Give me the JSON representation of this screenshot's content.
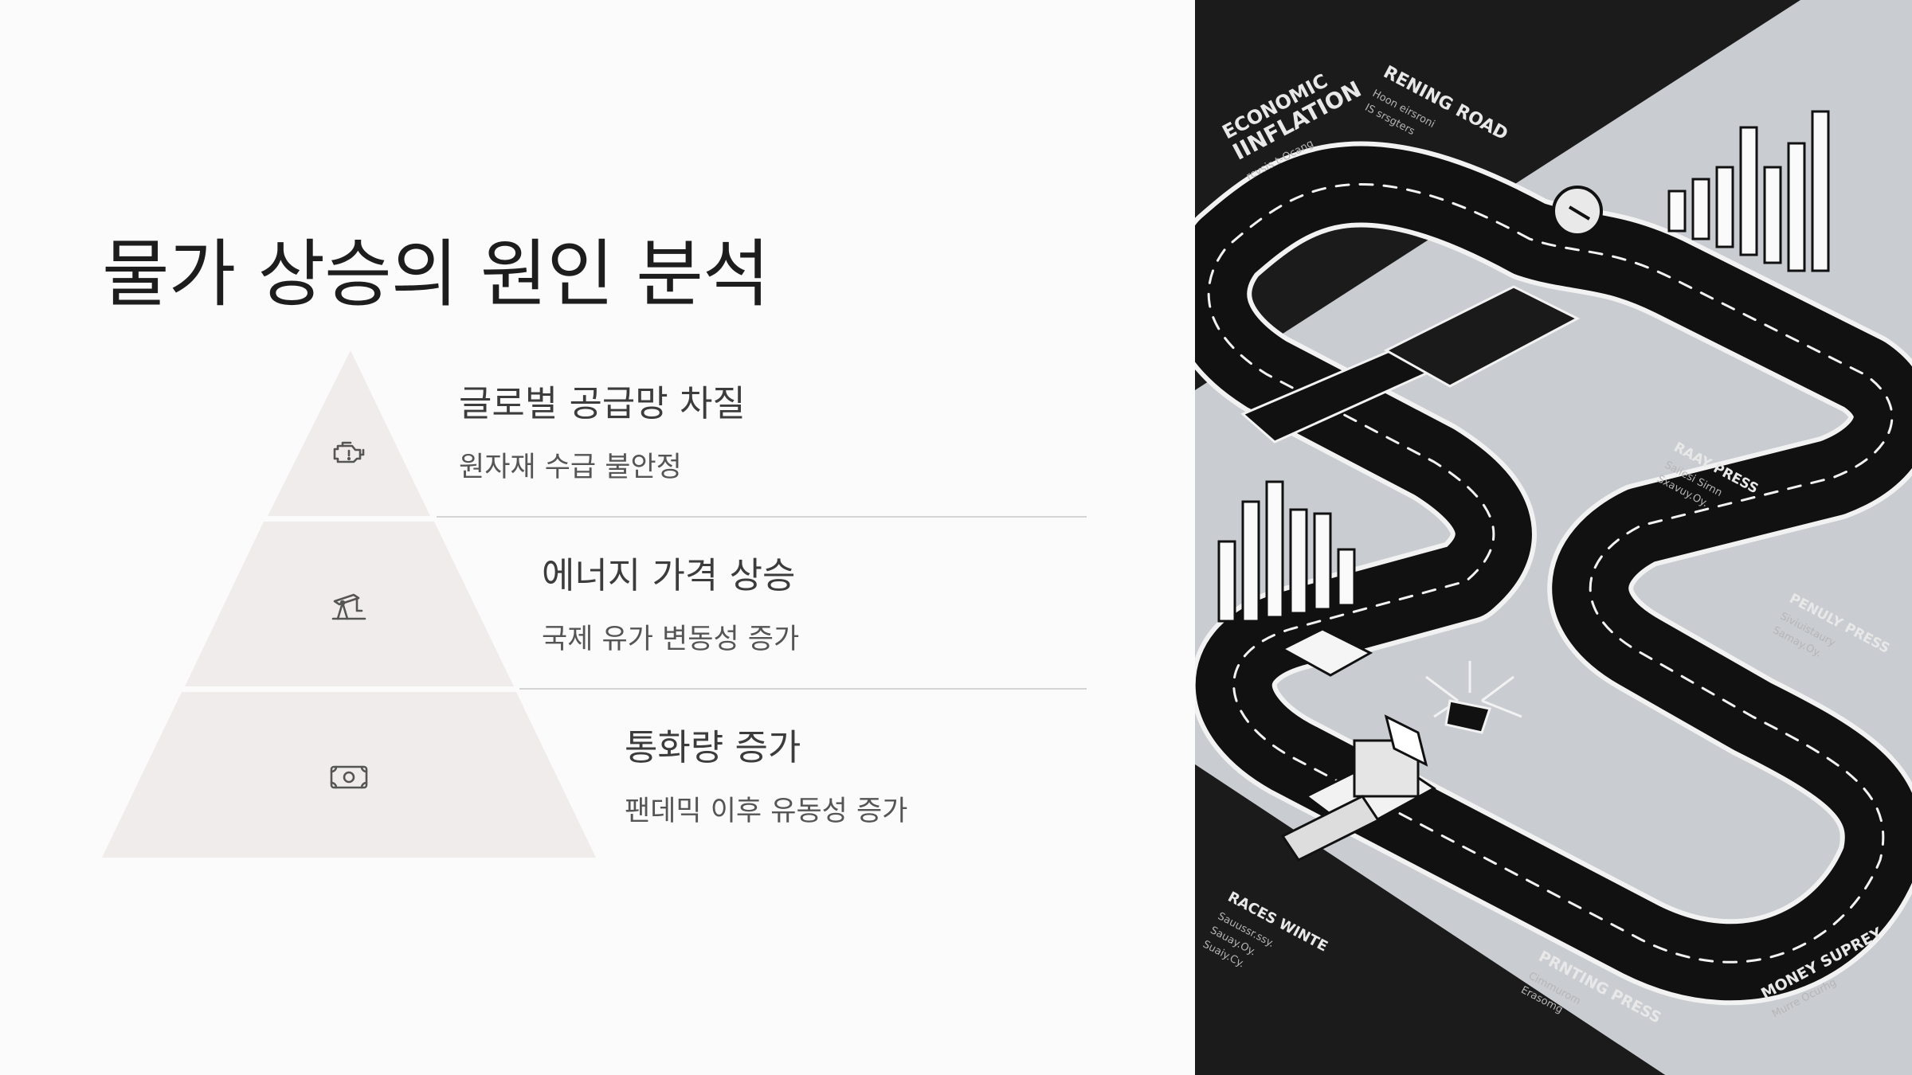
{
  "slide": {
    "title": "물가 상승의 원인 분석"
  },
  "levels": [
    {
      "title": "글로벌 공급망 차질",
      "subtitle": "원자재 수급 불안정",
      "icon": "engine-icon"
    },
    {
      "title": "에너지 가격 상승",
      "subtitle": "국제 유가 변동성 증가",
      "icon": "oil-pump-icon"
    },
    {
      "title": "통화량 증가",
      "subtitle": "팬데믹 이후 유동성 증가",
      "icon": "banknote-icon"
    }
  ],
  "illustration": {
    "labels": {
      "economic": "ECONOMIC",
      "inflation": "IINFLATION",
      "economic_sub": "rcvsis t-Ocang",
      "rening_road": "RENING ROAD",
      "rening_sub1": "Hoon eirsroni",
      "rening_sub2": "IS srsgters",
      "raay_press": "RAAY PRESS",
      "raay_sub1": "Saiiesi Sirnn",
      "raay_sub2": "Sxavuy.Oy.",
      "penuly_press": "PENULY PRESS",
      "penuly_sub1": "Siviuistaury",
      "penuly_sub2": "Samay.Oy.",
      "races_winte": "RACES WINTE",
      "races_sub1": "Sauussr.ssy.",
      "races_sub2": "Sauay.Oy.",
      "races_sub3": "Suaiy.Cy.",
      "printing_press": "PRNTING PRESS",
      "printing_sub1": "Cimmurom",
      "printing_sub2": "Erasomg",
      "money_supply": "MONEY SUPREY",
      "money_sub": "Murre Ocurhg"
    },
    "colors": {
      "dark": "#1b1b1b",
      "light": "#c9ccd1",
      "road": "#111111",
      "line": "#f2f2f2"
    }
  }
}
